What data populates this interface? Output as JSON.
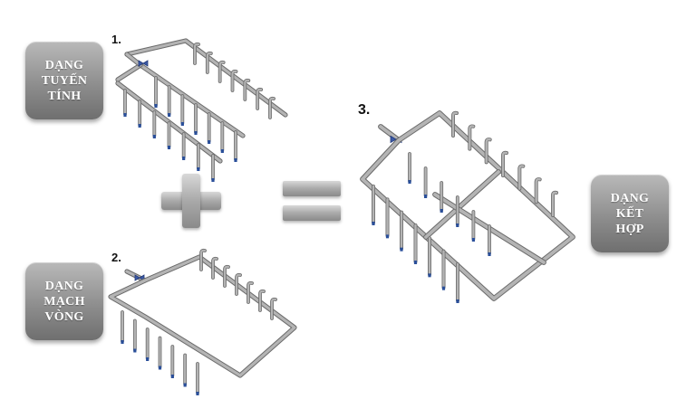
{
  "labels": {
    "linear": [
      "DẠNG",
      "TUYẾN",
      "TÍNH"
    ],
    "loop": [
      "DẠNG",
      "MẠCH",
      "VÒNG"
    ],
    "combined": [
      "DẠNG",
      "KẾT",
      "HỢP"
    ]
  },
  "numbers": {
    "one": "1.",
    "two": "2.",
    "three": "3."
  },
  "colors": {
    "pipe": "#b4b4b4",
    "pipe_edge": "#6b6b6b",
    "valve": "#3c5aa6",
    "sprinkler": "#2a4f9a"
  },
  "operators": {
    "plus": "plus-icon",
    "equals": "equals-icon"
  }
}
